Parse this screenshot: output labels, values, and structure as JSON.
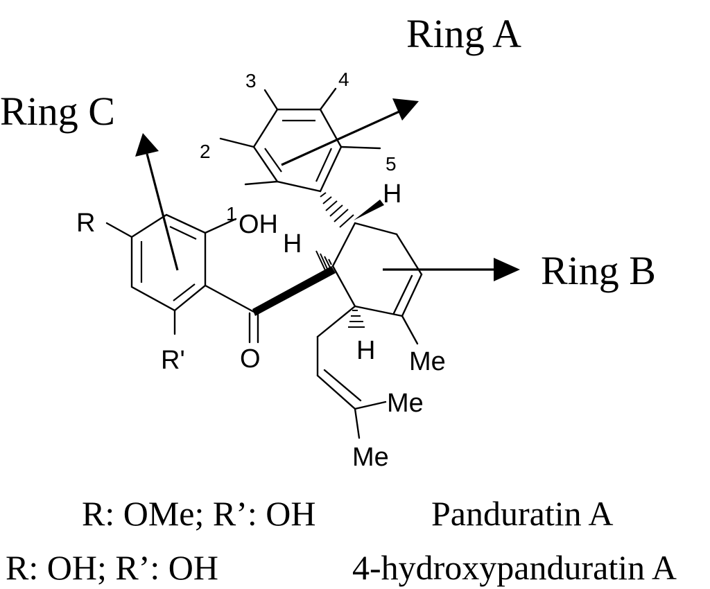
{
  "ring_labels": {
    "ring_a": "Ring A",
    "ring_b": "Ring B",
    "ring_c": "Ring C"
  },
  "atom_labels": {
    "oh": "OH",
    "r": "R",
    "r_prime": "R'",
    "carbonyl_o": "O",
    "h_top": "H",
    "h_left": "H",
    "h_bottom": "H",
    "me_ring": "Me",
    "me_chain_1": "Me",
    "me_chain_2": "Me"
  },
  "position_numbers": {
    "n1": "1",
    "n2": "2",
    "n3": "3",
    "n4": "4",
    "n5": "5"
  },
  "legend": [
    {
      "substituents": "R: OMe; R’: OH",
      "compound": "Panduratin A"
    },
    {
      "substituents": "R: OH; R’: OH",
      "compound": "4-hydroxypanduratin A"
    }
  ]
}
